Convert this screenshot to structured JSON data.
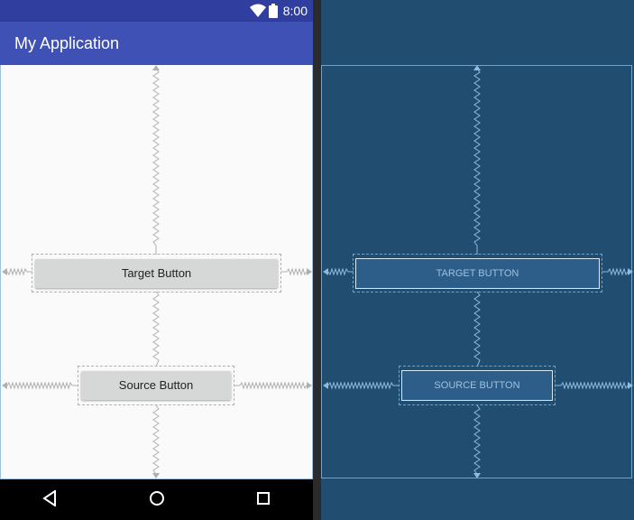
{
  "status_bar": {
    "time": "8:00",
    "icons": [
      "wifi-icon",
      "battery-icon"
    ]
  },
  "app_bar": {
    "title": "My Application"
  },
  "design": {
    "target_button": {
      "label": "Target Button"
    },
    "source_button": {
      "label": "Source Button"
    }
  },
  "blueprint": {
    "target_button": {
      "label": "TARGET BUTTON"
    },
    "source_button": {
      "label": "SOURCE BUTTON"
    }
  },
  "nav_bar": {
    "icons": [
      "back-icon",
      "home-icon",
      "recents-icon"
    ]
  },
  "colors": {
    "status_bar": "#303f9f",
    "app_bar": "#3f51b5",
    "blueprint_bg": "#214d71",
    "constraint_design": "#b0b0b0",
    "constraint_blueprint": "#8fb9dd"
  }
}
